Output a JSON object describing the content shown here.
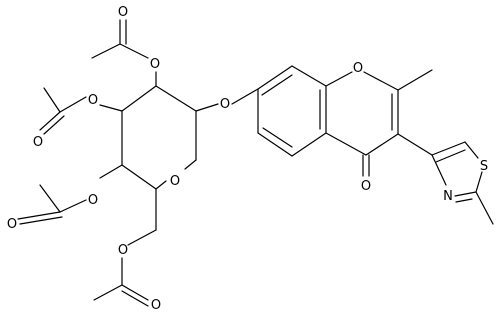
{
  "diagram": {
    "type": "chemical-structure",
    "atom_labels": {
      "o_ring": "O",
      "o_ether": "O",
      "o_chromone": "O",
      "o_ketone": "O",
      "o_acetyl_a": "O",
      "o_acetyl_b": "O",
      "o_acetyl_c": "O",
      "o_acetyl_d": "O",
      "o_carbonyl_a": "O",
      "o_carbonyl_b": "O",
      "o_carbonyl_c": "O",
      "o_carbonyl_d": "O",
      "s_thiazole": "S",
      "n_thiazole": "N"
    }
  }
}
